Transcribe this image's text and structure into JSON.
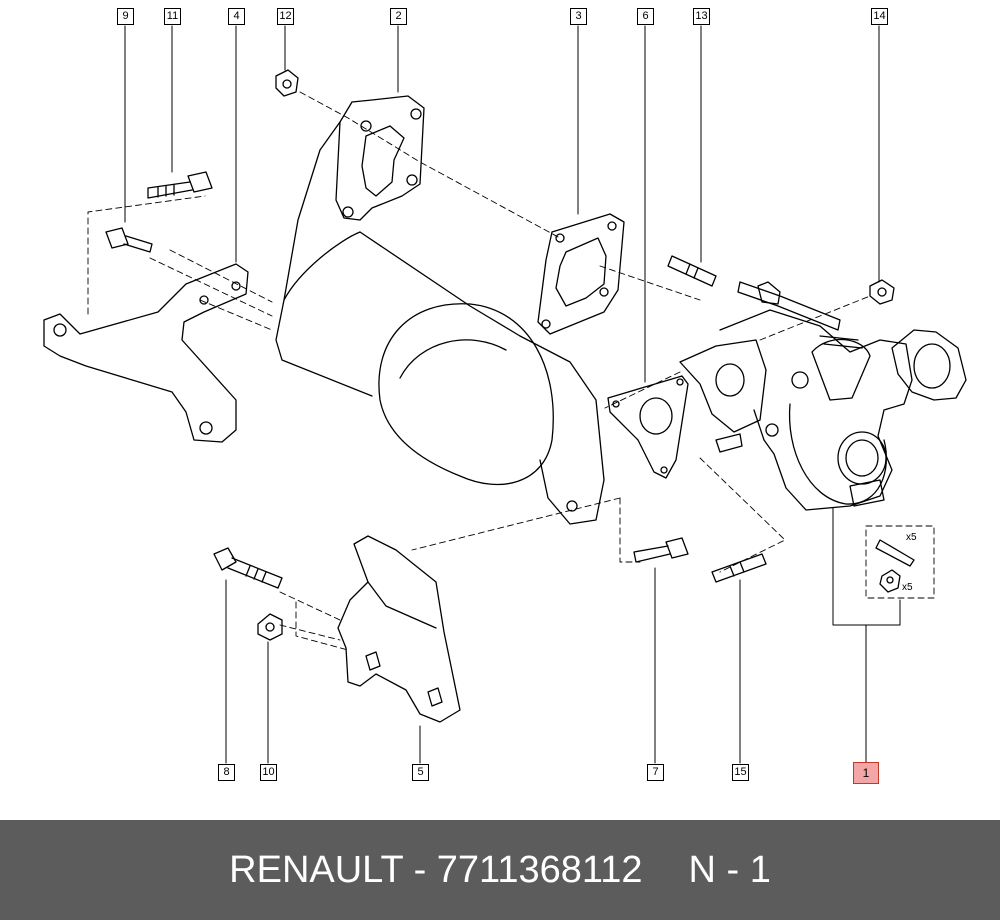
{
  "callouts": {
    "c9": "9",
    "c11": "11",
    "c4": "4",
    "c12": "12",
    "c2": "2",
    "c3": "3",
    "c6": "6",
    "c13": "13",
    "c14": "14",
    "c8": "8",
    "c10": "10",
    "c5": "5",
    "c7": "7",
    "c15": "15",
    "c1": "1"
  },
  "quantities": {
    "studs": "x5",
    "nuts": "x5"
  },
  "highlight_color": "#f4a6a6",
  "footer": {
    "part_text": "RENAULT - 7711368112",
    "page_text": "N - 1",
    "background": "#5c5c5c"
  }
}
